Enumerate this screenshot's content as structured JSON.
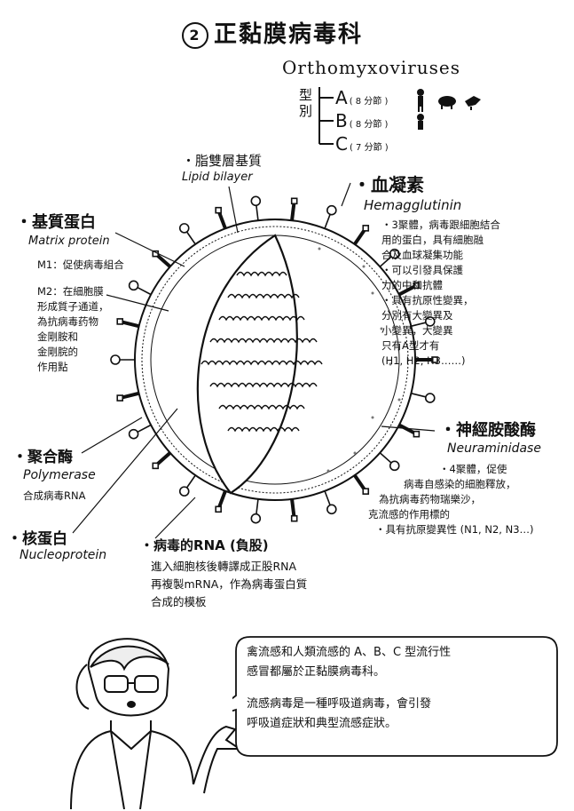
{
  "title": {
    "number": "2",
    "text": "正黏膜病毒科"
  },
  "family_en": "Orthomyxoviruses",
  "types_label": "型別",
  "types": [
    {
      "letter": "A",
      "segments": "( 8 分節 )"
    },
    {
      "letter": "B",
      "segments": "( 8 分節 )"
    },
    {
      "letter": "C",
      "segments": "( 7 分節 )"
    }
  ],
  "lipid": {
    "zh": "脂雙層基質",
    "en": "Lipid bilayer"
  },
  "matrix": {
    "zh": "基質蛋白",
    "en": "Matrix protein",
    "m1": "M1：促使病毒組合",
    "m2_lines": [
      "M2：在細胞膜",
      "形成質子通道，",
      "為抗病毒药物",
      "金剛胺和",
      "金剛脘的",
      "作用點"
    ]
  },
  "hemagglutinin": {
    "zh": "血凝素",
    "en": "Hemagglutinin",
    "notes": [
      "・3聚體，病毒跟細胞結合",
      "用的蛋白，具有細胞融",
      "合及血球凝集功能",
      "・可以引發具保護",
      "力的中和抗體",
      "・具有抗原性變異，",
      "分別有大變異及",
      "小變異，大變異",
      "只有A型才有",
      "(H1, H2, H3……)"
    ]
  },
  "neuraminidase": {
    "zh": "神經胺酸酶",
    "en": "Neuraminidase",
    "notes": [
      "・4聚體，促使",
      "病毒自感染的細胞釋放，",
      "為抗病毒药物瑞樂沙，",
      "克流感的作用標的",
      "・具有抗原變異性 (N1, N2, N3…)"
    ]
  },
  "polymerase": {
    "zh": "聚合酶",
    "en": "Polymerase",
    "note": "合成病毒RNA"
  },
  "nucleoprotein": {
    "zh": "核蛋白",
    "en": "Nucleoprotein"
  },
  "rna": {
    "zh": "病毒的RNA (負股)",
    "notes": [
      "進入細胞核後轉譯成正股RNA",
      "再複製mRNA，作為病毒蛋白質",
      "合成的模板"
    ]
  },
  "speech": {
    "lines": [
      "禽流感和人類流感的 A、B、C 型流行性",
      "感冒都屬於正黏膜病毒科。",
      "流感病毒是一種呼吸道病毒，會引發",
      "呼吸道症狀和典型流感症狀。"
    ]
  }
}
